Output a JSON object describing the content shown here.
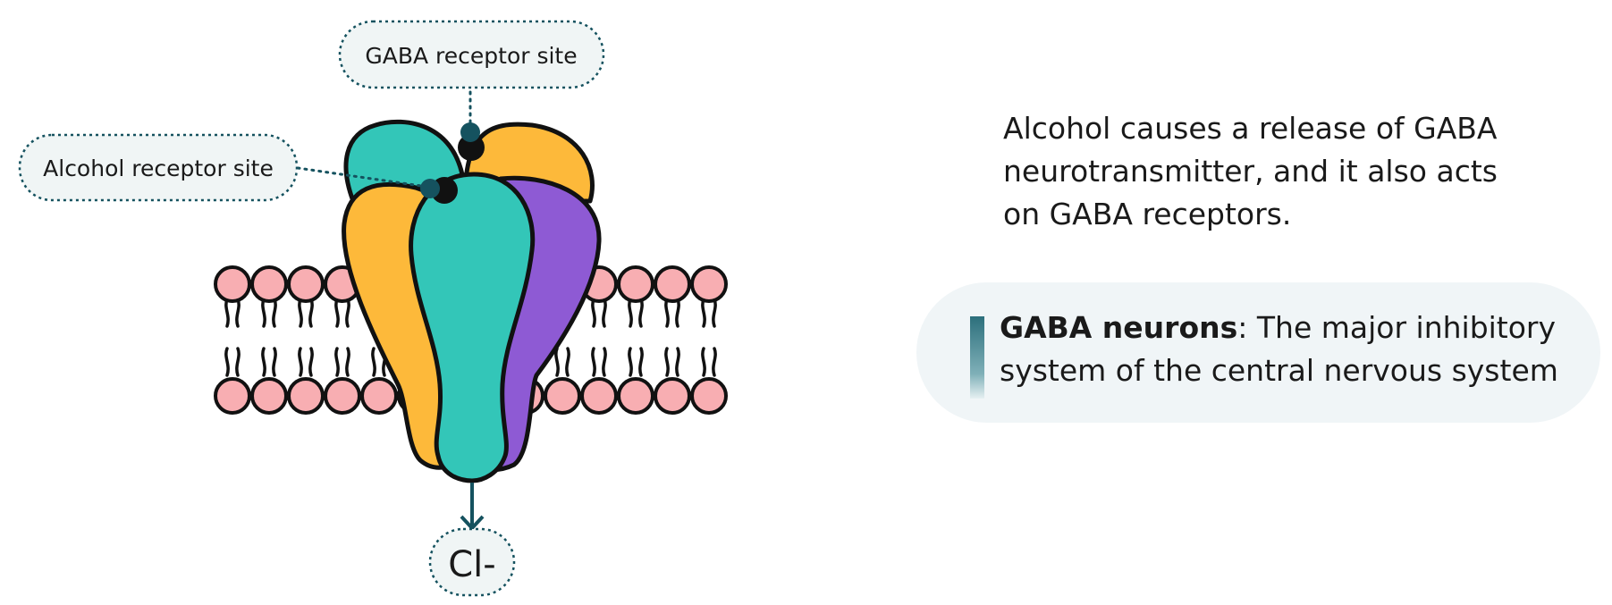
{
  "labels": {
    "gaba_site": "GABA receptor site",
    "alcohol_site": "Alcohol receptor site",
    "ion": "Cl-"
  },
  "description": "Alcohol causes a release of GABA neurotransmitter, and it also acts on GABA receptors.",
  "callout": {
    "term": "GABA neurons",
    "definition": ": The major inhibitory system of the central nervous system"
  },
  "colors": {
    "teal": "#33c6b8",
    "yellow": "#fdb93a",
    "purple": "#8e5ad4",
    "lipid_head": "#f8aeb2",
    "dark_teal": "#15525f",
    "label_bg": "#f0f5f5",
    "callout_bg": "#f0f5f7"
  }
}
